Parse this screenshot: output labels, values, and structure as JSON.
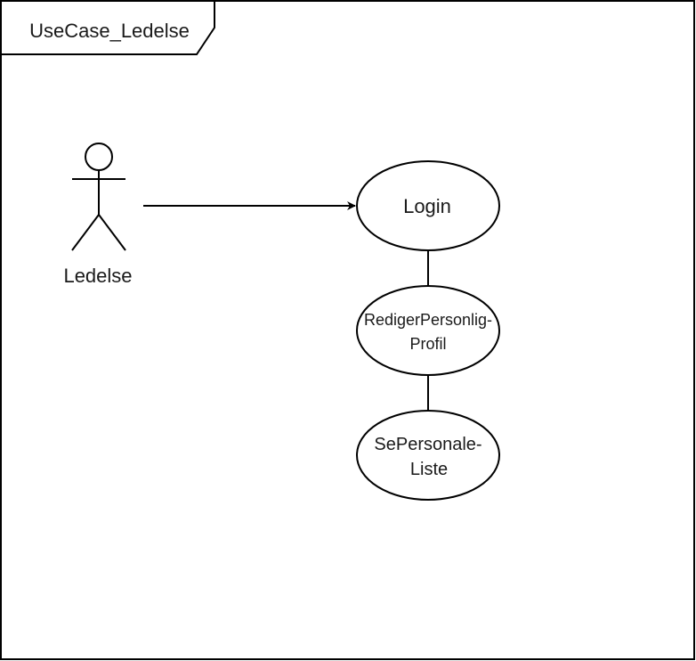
{
  "frame": {
    "title": "UseCase_Ledelse"
  },
  "actor": {
    "label": "Ledelse"
  },
  "use_cases": {
    "login": {
      "label": "Login"
    },
    "rediger": {
      "line1": "RedigerPersonlig-",
      "line2": "Profil"
    },
    "se": {
      "line1": "SePersonale-",
      "line2": "Liste"
    }
  },
  "colors": {
    "stroke": "#000000",
    "background": "#ffffff",
    "text": "#1a1a1a"
  }
}
